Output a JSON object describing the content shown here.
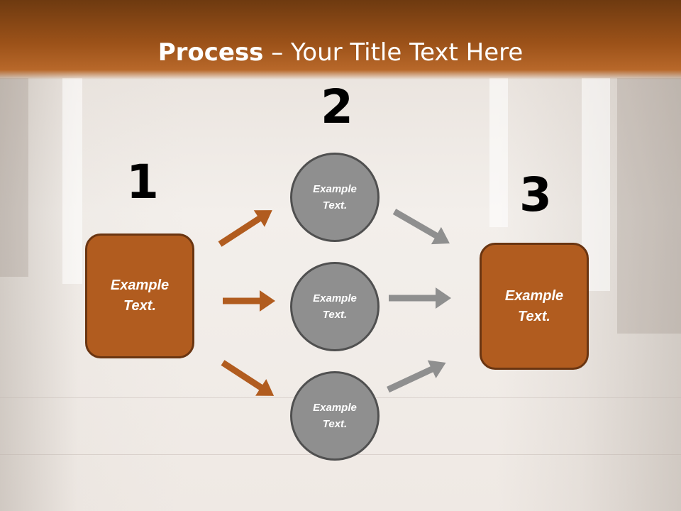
{
  "slide": {
    "title_bold": "Process",
    "title_rest": " – Your Title Text Here"
  },
  "steps": {
    "step1_number": "1",
    "step2_number": "2",
    "step3_number": "3"
  },
  "boxes": {
    "left_text": "Example\nText.",
    "right_text": "Example\nText."
  },
  "circles": [
    {
      "text": "Example\nText."
    },
    {
      "text": "Example\nText."
    },
    {
      "text": "Example\nText."
    }
  ],
  "colors": {
    "header": "#9c5219",
    "box_fill": "#b15c1f",
    "box_border": "#6a3511",
    "circle_fill": "#8f8f8f",
    "circle_border": "#505050",
    "arrow_orange": "#b15c1f",
    "arrow_gray": "#8f8f8f"
  }
}
